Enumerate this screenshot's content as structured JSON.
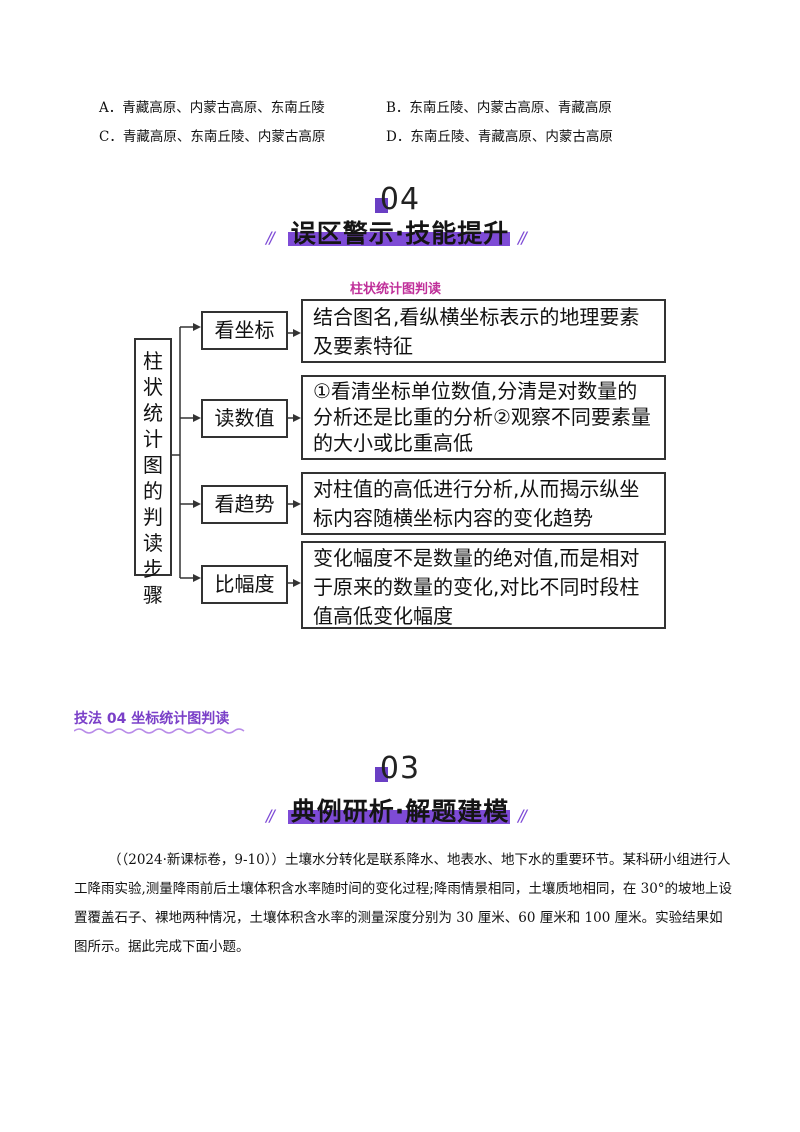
{
  "options": {
    "a": "A．青藏高原、内蒙古高原、东南丘陵",
    "b": "B．东南丘陵、内蒙古高原、青藏高原",
    "c": "C．青藏高原、东南丘陵、内蒙古高原",
    "d": "D．东南丘陵、青藏高原、内蒙古高原"
  },
  "section1": {
    "number": "04",
    "title": "误区警示·技能提升"
  },
  "flow": {
    "caption": "柱状统计图判读",
    "root": "柱状统计图的判读步骤",
    "steps": [
      {
        "label": "看坐标",
        "desc": "结合图名,看纵横坐标表示的地理要素及要素特征"
      },
      {
        "label": "读数值",
        "desc": "①看清坐标单位数值,分清是对数量的分析还是比重的分析②观察不同要素量的大小或比重高低"
      },
      {
        "label": "看趋势",
        "desc": "对柱值的高低进行分析,从而揭示纵坐标内容随横坐标内容的变化趋势"
      },
      {
        "label": "比幅度",
        "desc": "变化幅度不是数量的绝对值,而是相对于原来的数量的变化,对比不同时段柱值高低变化幅度"
      }
    ]
  },
  "technique": "技法 04 坐标统计图判读",
  "section2": {
    "number": "03",
    "title": "典例研析·解题建模"
  },
  "question": "（（2024·新课标卷，9-10））土壤水分转化是联系降水、地表水、地下水的重要环节。某科研小组进行人工降雨实验,测量降雨前后土壤体积含水率随时间的变化过程;降雨情景相同，土壤质地相同，在 30°的坡地上设置覆盖石子、裸地两种情况，土壤体积含水率的测量深度分别为 30 厘米、60 厘米和 100 厘米。实验结果如图所示。据此完成下面小题。",
  "colors": {
    "accent": "#7e4bd6",
    "caption": "#c0309a",
    "technique": "#7a3fc8"
  }
}
